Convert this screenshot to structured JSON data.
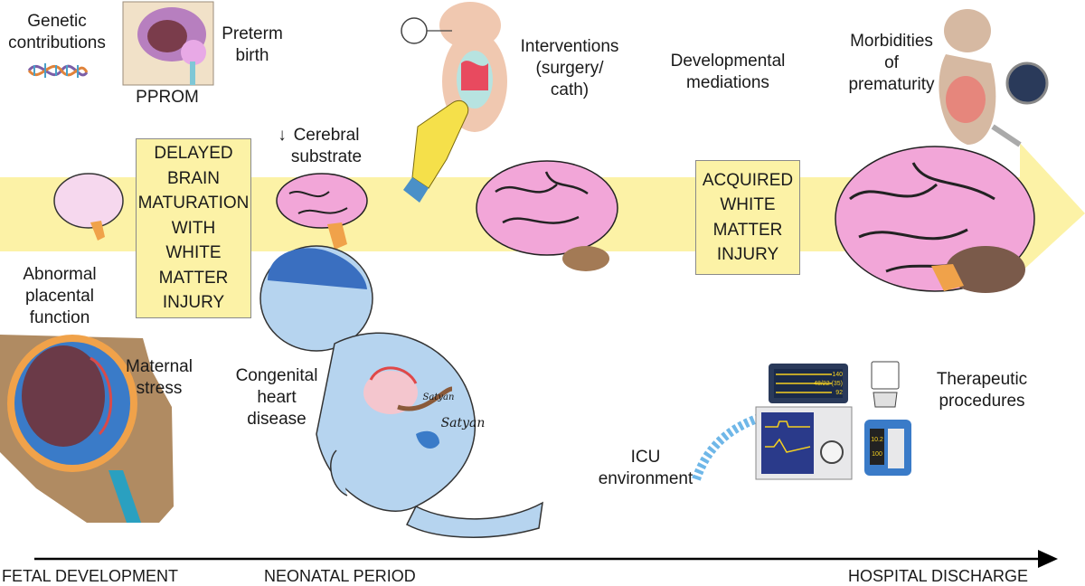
{
  "top_labels": {
    "genetic": "Genetic\ncontributions",
    "preterm": "Preterm\nbirth",
    "pprom": "PPROM",
    "interventions": "Interventions\n(surgery/\ncath)",
    "developmental": "Developmental\nmediations",
    "morbidities": "Morbidities\nof\nprematurity",
    "cerebral_arrow": "↓",
    "cerebral": "Cerebral\nsubstrate"
  },
  "boxes": {
    "delayed": "DELAYED\nBRAIN\nMATURATION\nWITH\nWHITE\nMATTER\nINJURY",
    "acquired": "ACQUIRED\nWHITE\nMATTER\nINJURY"
  },
  "lower_labels": {
    "placental": "Abnormal\nplacental\nfunction",
    "maternal": "Maternal\nstress",
    "chd": "Congenital\nheart\ndisease",
    "icu": "ICU\nenvironment",
    "therapeutic": "Therapeutic\nprocedures",
    "signature": "Satyan",
    "signature_small": "Satyan"
  },
  "timeline": {
    "start": "FETAL DEVELOPMENT",
    "middle": "NEONATAL PERIOD",
    "end": "HOSPITAL DISCHARGE"
  },
  "monitor_readout": {
    "line1": "140",
    "line2": "48/22 (35)",
    "line3": "92",
    "pump1": "10.2",
    "pump2": "100"
  },
  "colors": {
    "band": "#fcf2a6",
    "brain_pink": "#f2a6d8",
    "neonate_blue": "#b6d4ef",
    "placenta_brown": "#b08b62",
    "arrow": "#000000"
  }
}
